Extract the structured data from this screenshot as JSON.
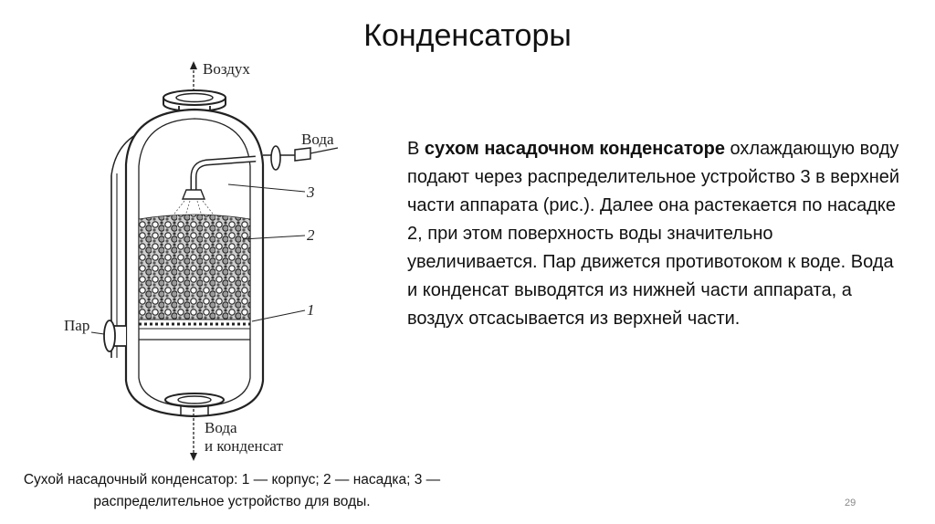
{
  "slide": {
    "title": "Конденсаторы",
    "page_number": "29"
  },
  "figure": {
    "labels": {
      "air": "Воздух",
      "water_in": "Вода",
      "steam": "Пар",
      "outlet_line1": "Вода",
      "outlet_line2": "и конденсат"
    },
    "numbers": {
      "n1": "1",
      "n2": "2",
      "n3": "3"
    }
  },
  "text": {
    "p_prefix": "В ",
    "p_bold": "сухом насадочном конденсаторе",
    "p_rest": " охлаждающую воду подают через распределительное устройство 3 в верхней части аппарата (рис.). Далее она растекается по насадке 2, при этом поверхность воды значительно увеличивается. Пар движется противотоком к воде. Вода и конденсат выводятся из нижней части аппарата, а воздух отсасывается из верхней части."
  },
  "caption": "Сухой насадочный конденсатор: 1 — корпус; 2 — насадка; 3 — распределительное устройство для воды."
}
